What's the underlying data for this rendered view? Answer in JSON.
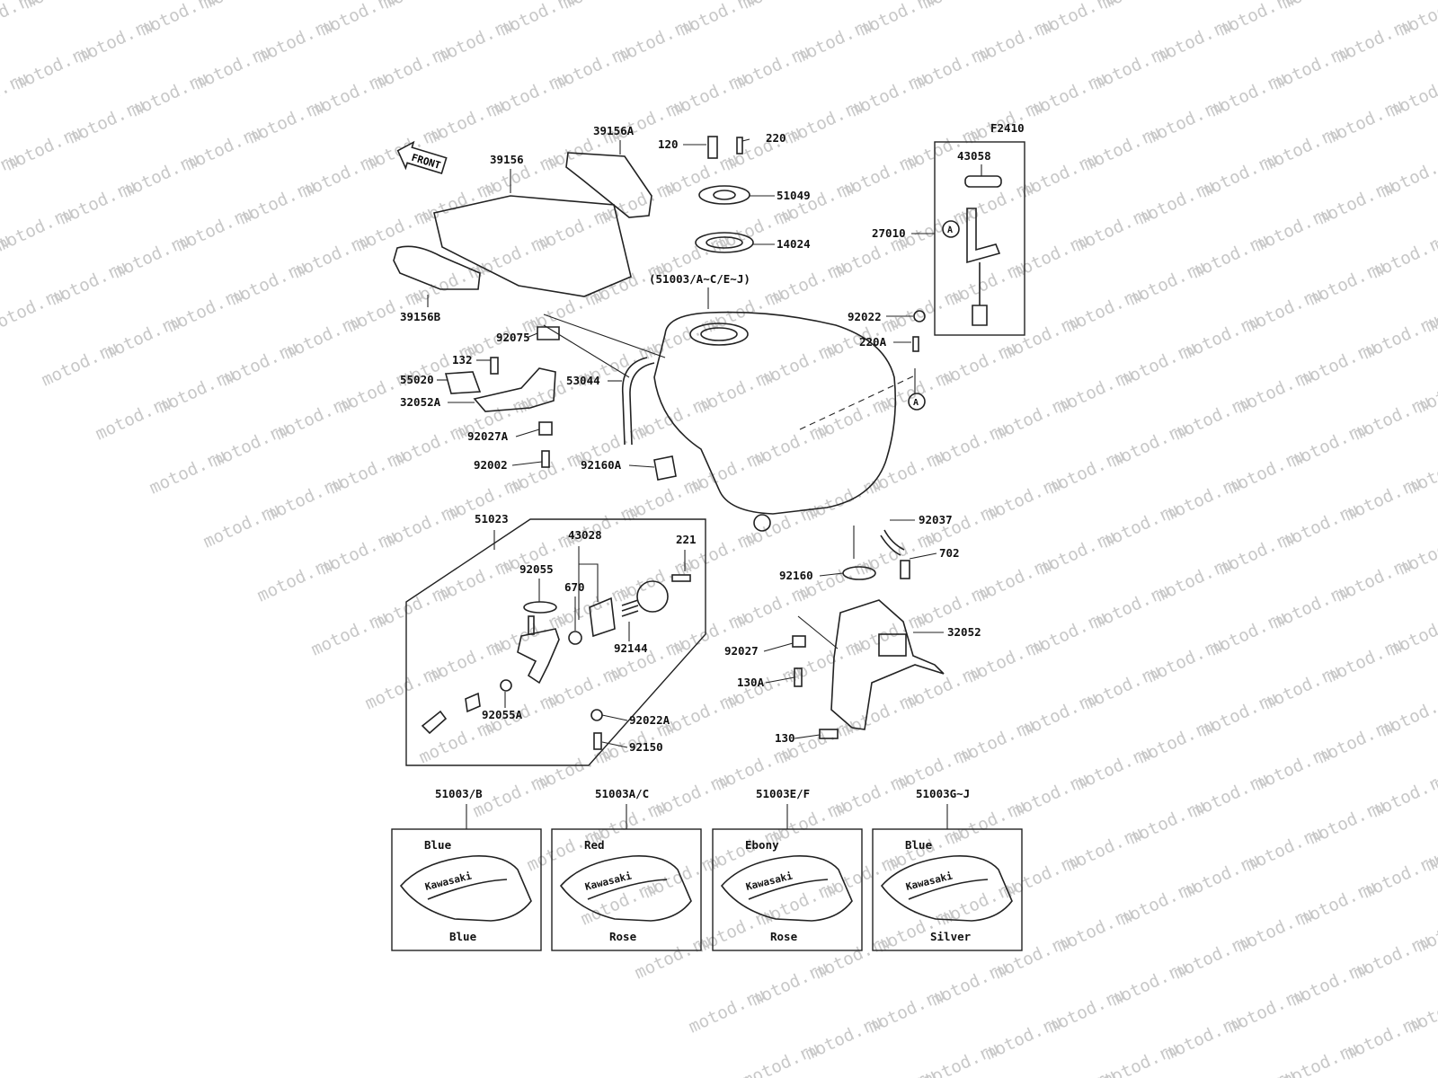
{
  "watermark": "motod.ru",
  "figure_code": "F2410",
  "front_label": "FRONT",
  "assembly_label": "(51003/A~C/E~J)",
  "circle_ref": "A",
  "callouts": [
    {
      "id": "39156A",
      "text": "39156A"
    },
    {
      "id": "39156",
      "text": "39156"
    },
    {
      "id": "39156B",
      "text": "39156B"
    },
    {
      "id": "120",
      "text": "120"
    },
    {
      "id": "220",
      "text": "220"
    },
    {
      "id": "51049",
      "text": "51049"
    },
    {
      "id": "14024",
      "text": "14024"
    },
    {
      "id": "43058",
      "text": "43058"
    },
    {
      "id": "27010",
      "text": "27010"
    },
    {
      "id": "92022",
      "text": "92022"
    },
    {
      "id": "220A",
      "text": "220A"
    },
    {
      "id": "92075",
      "text": "92075"
    },
    {
      "id": "132",
      "text": "132"
    },
    {
      "id": "55020",
      "text": "55020"
    },
    {
      "id": "32052A",
      "text": "32052A"
    },
    {
      "id": "53044",
      "text": "53044"
    },
    {
      "id": "92027A",
      "text": "92027A"
    },
    {
      "id": "92002",
      "text": "92002"
    },
    {
      "id": "92160A",
      "text": "92160A"
    },
    {
      "id": "92037",
      "text": "92037"
    },
    {
      "id": "702",
      "text": "702"
    },
    {
      "id": "92160",
      "text": "92160"
    },
    {
      "id": "32052",
      "text": "32052"
    },
    {
      "id": "92027",
      "text": "92027"
    },
    {
      "id": "130A",
      "text": "130A"
    },
    {
      "id": "130",
      "text": "130"
    },
    {
      "id": "51023",
      "text": "51023"
    },
    {
      "id": "43028",
      "text": "43028"
    },
    {
      "id": "221",
      "text": "221"
    },
    {
      "id": "92055",
      "text": "92055"
    },
    {
      "id": "670",
      "text": "670"
    },
    {
      "id": "92144",
      "text": "92144"
    },
    {
      "id": "92055A",
      "text": "92055A"
    },
    {
      "id": "92022A",
      "text": "92022A"
    },
    {
      "id": "92150",
      "text": "92150"
    }
  ],
  "color_variants": [
    {
      "code": "51003/B",
      "top": "Blue",
      "bottom": "Blue",
      "logo": "Kawasaki"
    },
    {
      "code": "51003A/C",
      "top": "Red",
      "bottom": "Rose",
      "logo": "Kawasaki"
    },
    {
      "code": "51003E/F",
      "top": "Ebony",
      "bottom": "Rose",
      "logo": "Kawasaki"
    },
    {
      "code": "51003G~J",
      "top": "Blue",
      "bottom": "Silver",
      "logo": "Kawasaki"
    }
  ]
}
